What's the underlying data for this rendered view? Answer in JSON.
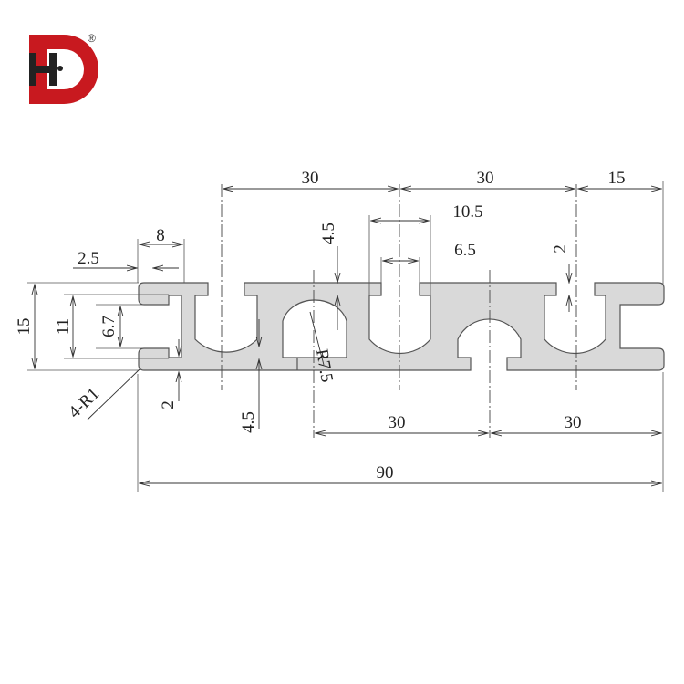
{
  "logo": {
    "mark": "HD",
    "registered": "®",
    "color": "#c8191f"
  },
  "dimensions": {
    "top_pitch_1": "30",
    "top_pitch_2": "30",
    "top_end": "15",
    "slot_open": "10.5",
    "slot_inner": "6.5",
    "end_slot_width": "8",
    "end_lip": "2.5",
    "top_wall": "4.5",
    "right_lip": "2",
    "height": "15",
    "inner_height": "11",
    "slot_depth": "6.7",
    "radius": "R7.5",
    "corner_radius": "4-R1",
    "bottom_lip": "2",
    "bottom_wall": "4.5",
    "bottom_pitch_1": "30",
    "bottom_pitch_2": "30",
    "overall_width": "90"
  }
}
